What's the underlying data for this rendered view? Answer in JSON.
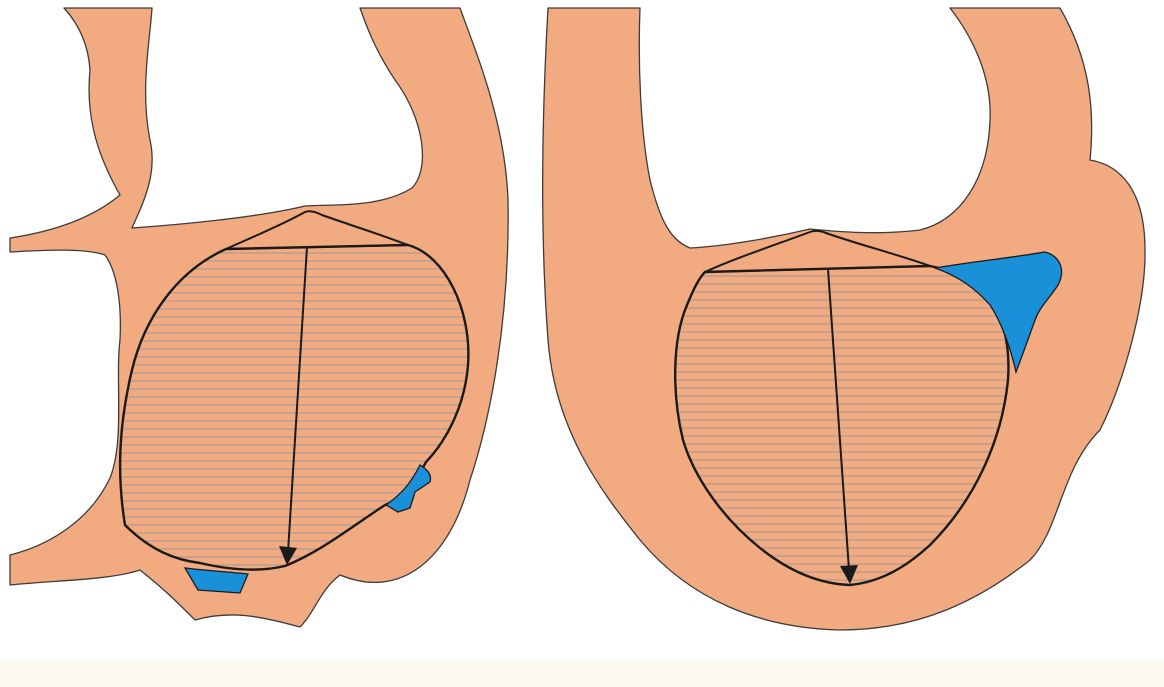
{
  "colors": {
    "background": "#ffffff",
    "myocardium": "#f2aa80",
    "cavity": "#ffffff",
    "hatching": "#9a9a9a",
    "region_highlight": "#1a90d8",
    "outline": "#1a1a1a",
    "bottom_band": "#fbf8ef"
  },
  "panels": [
    {
      "id": "left",
      "shape": "ellipsoid-cavity",
      "highlight_regions": 2,
      "axis_arrow": "down"
    },
    {
      "id": "right",
      "shape": "spherical-cavity",
      "highlight_regions": 1,
      "axis_arrow": "down"
    }
  ]
}
